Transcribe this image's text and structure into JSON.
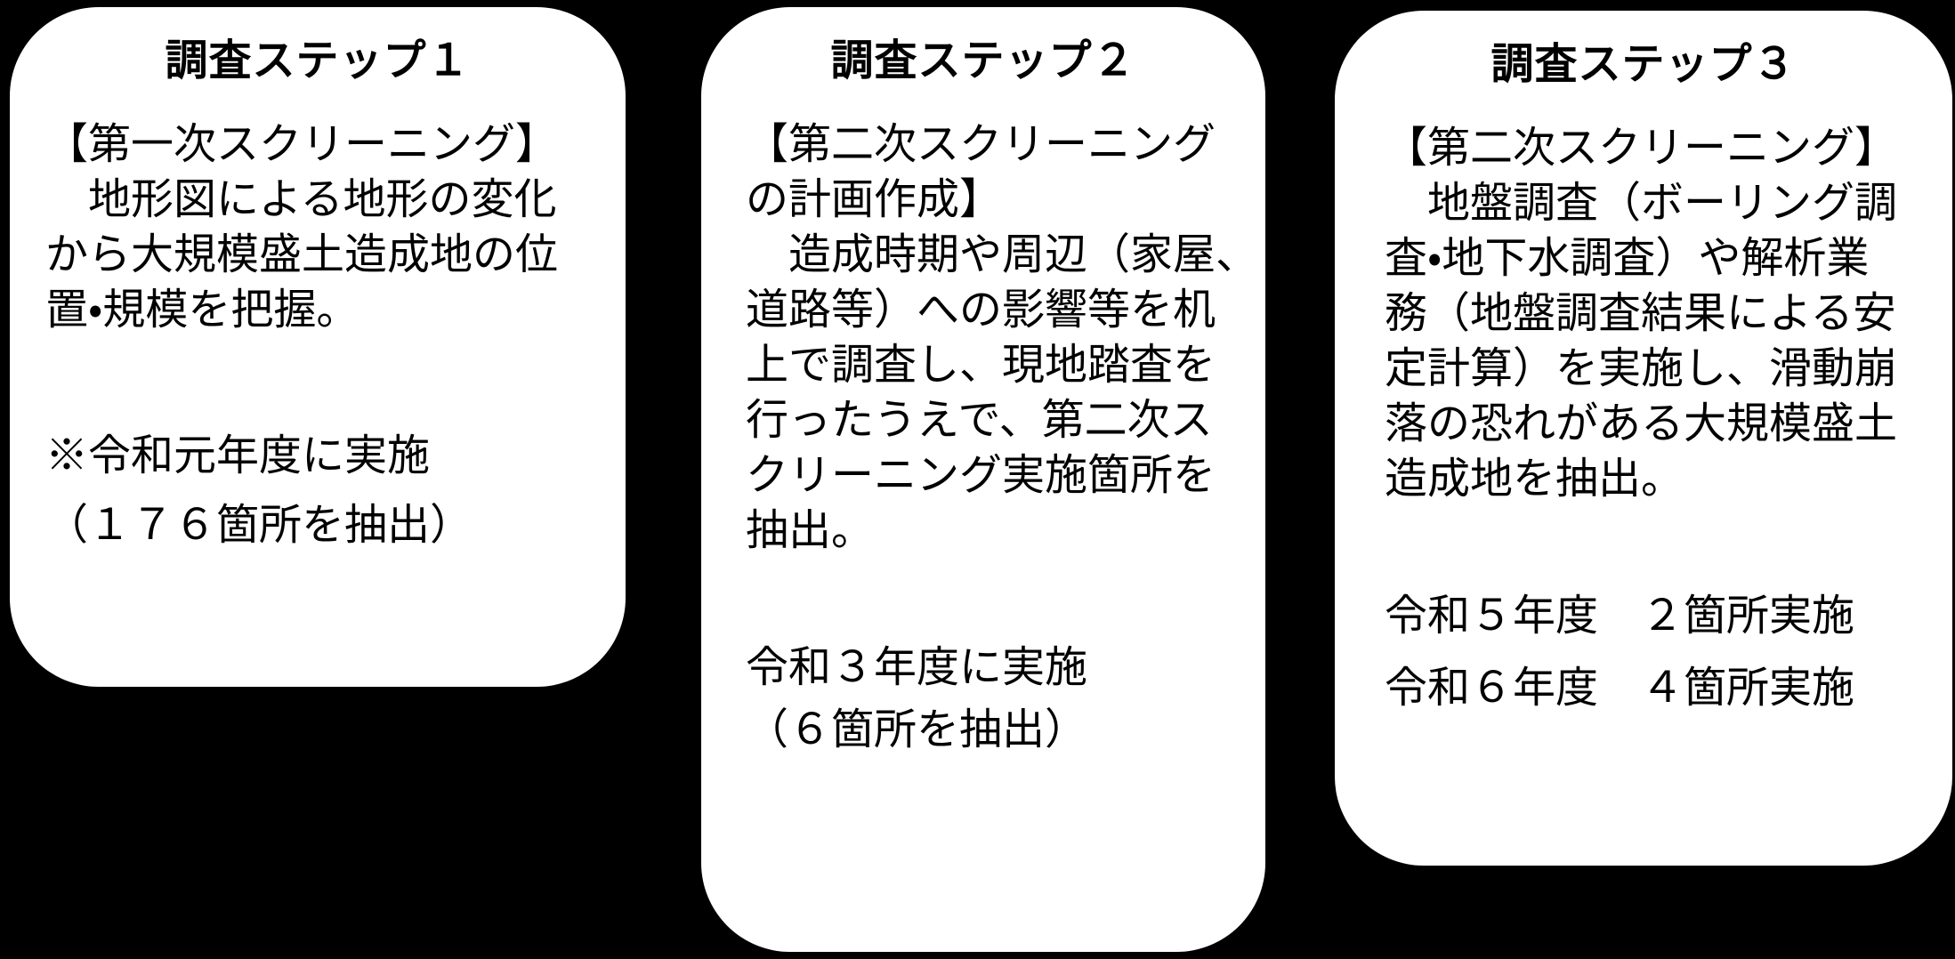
{
  "colors": {
    "background": "#000000",
    "card_fill": "#ffffff",
    "text": "#000000"
  },
  "cards": [
    {
      "title": "調査ステップ１",
      "heading_lines": [
        "【第一次スクリーニング】"
      ],
      "body_lines": [
        "　地形図による地形の変化",
        "から大規模盛土造成地の位",
        "置・規模を把握。"
      ],
      "note_lines": [
        "※令和元年度に実施"
      ],
      "note2_lines": [
        "（１７６箇所を抽出）"
      ]
    },
    {
      "title": "調査ステップ２",
      "heading_lines": [
        "【第二次スクリーニング",
        "の計画作成】"
      ],
      "body_lines": [
        "　造成時期や周辺（家屋、",
        "道路等）への影響等を机",
        "上で調査し、現地踏査を",
        "行ったうえで、第二次ス",
        "クリーニング実施箇所を",
        "抽出。"
      ],
      "note_lines": [
        "令和３年度に実施"
      ],
      "note2_lines": [
        "（６箇所を抽出）"
      ]
    },
    {
      "title": "調査ステップ３",
      "heading_lines": [
        "【第二次スクリーニング】"
      ],
      "body_lines": [
        "　地盤調査（ボーリング調",
        "査・地下水調査）や解析業",
        "務（地盤調査結果による安",
        "定計算）を実施し、滑動崩",
        "落の恐れがある大規模盛土",
        "造成地を抽出。"
      ],
      "note_lines": [
        "令和５年度　２箇所実施"
      ],
      "note2_lines": [
        "令和６年度　４箇所実施"
      ]
    }
  ]
}
